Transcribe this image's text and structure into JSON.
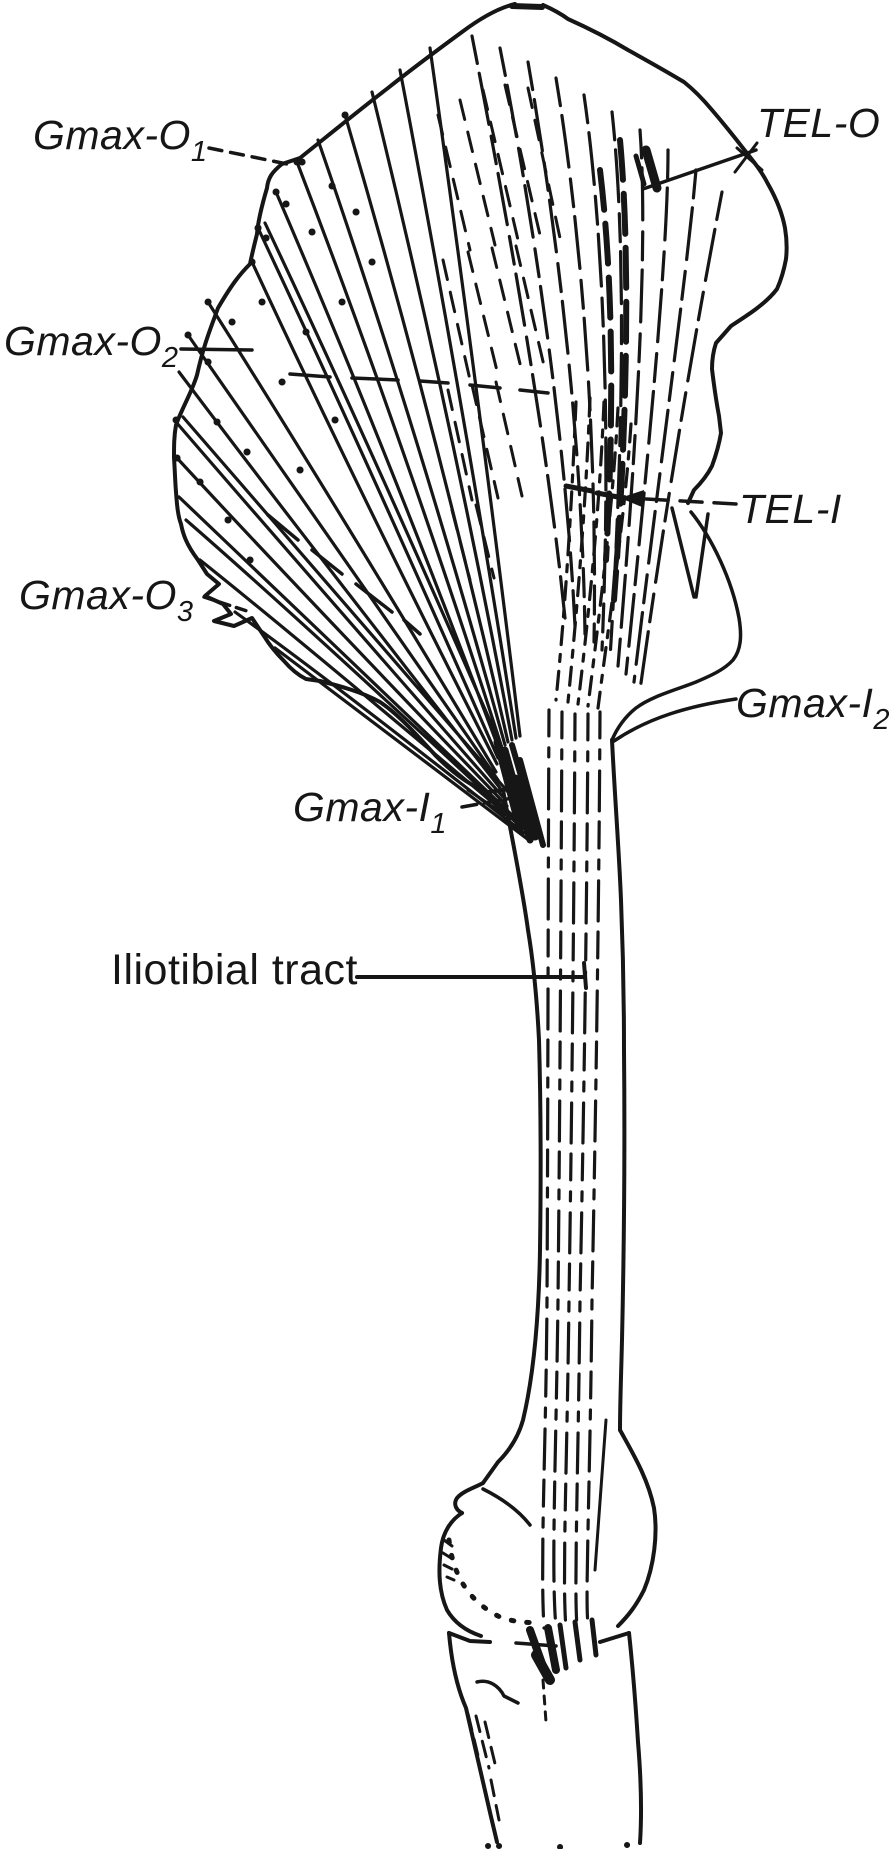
{
  "figure": {
    "background_color": "#ffffff",
    "ink_color": "#161616",
    "labels": {
      "gmax_o1": {
        "base": "Gmax-O",
        "sub": "1"
      },
      "gmax_o2": {
        "base": "Gmax-O",
        "sub": "2"
      },
      "gmax_o3": {
        "base": "Gmax-O",
        "sub": "3"
      },
      "tel_o": {
        "base": "TEL-O",
        "sub": ""
      },
      "tel_i": {
        "base": "TEL-I",
        "sub": ""
      },
      "gmax_i2": {
        "base": "Gmax-I",
        "sub": "2"
      },
      "gmax_i1": {
        "base": "Gmax-I",
        "sub": "1"
      },
      "iliotibial_tract": {
        "base": "Iliotibial tract",
        "sub": ""
      }
    }
  }
}
